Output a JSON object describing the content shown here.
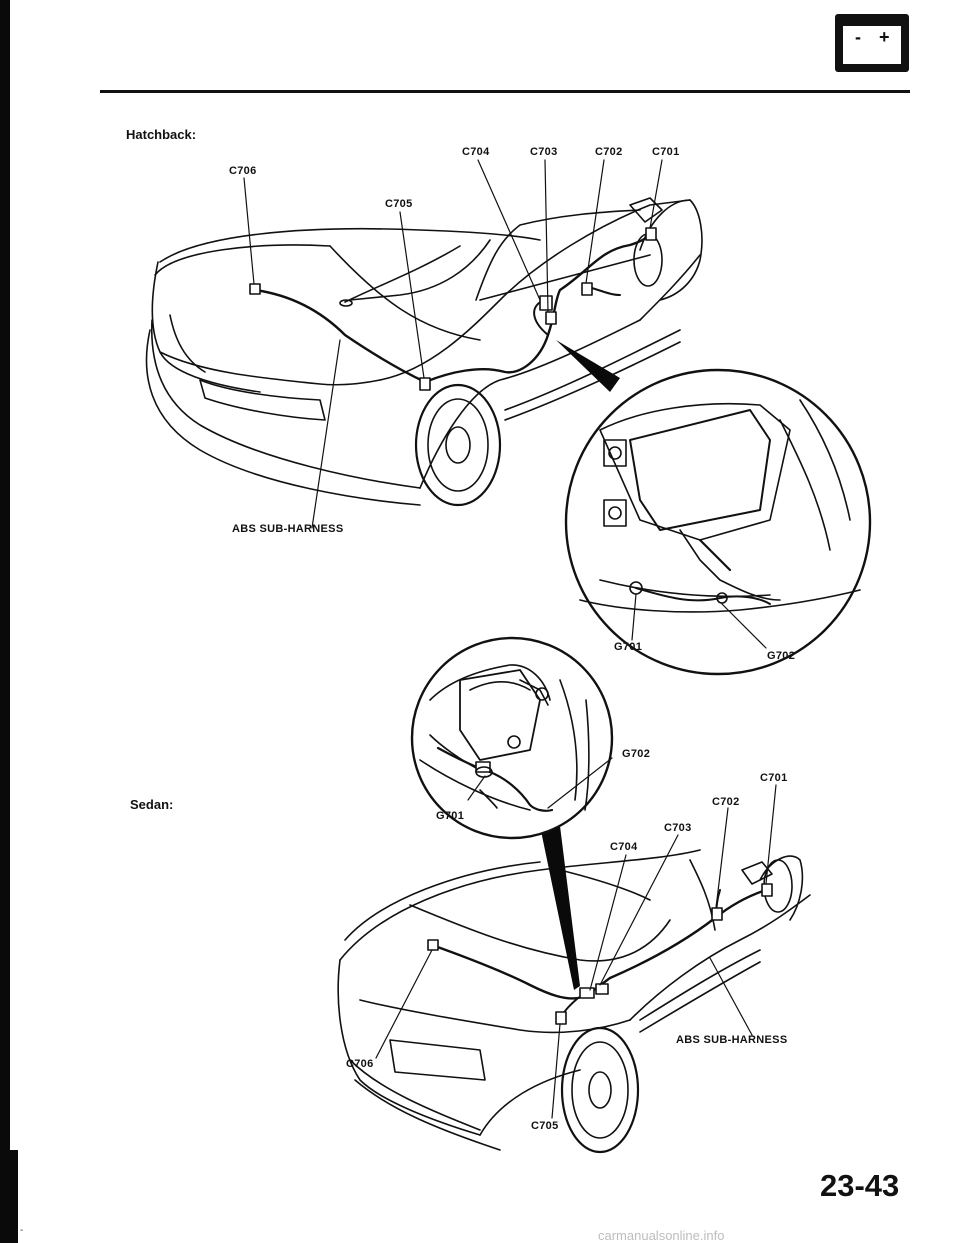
{
  "header": {
    "battery_minus": "-",
    "battery_plus": "+"
  },
  "hatchback": {
    "section_label": "Hatchback:",
    "connectors": {
      "c701": "C701",
      "c702": "C702",
      "c703": "C703",
      "c704": "C704",
      "c705": "C705",
      "c706": "C706"
    },
    "harness_label": "ABS SUB-HARNESS",
    "grounds": {
      "g701": "G701",
      "g702": "G702"
    }
  },
  "sedan": {
    "section_label": "Sedan:",
    "connectors": {
      "c701": "C701",
      "c702": "C702",
      "c703": "C703",
      "c704": "C704",
      "c705": "C705",
      "c706": "C706"
    },
    "harness_label": "ABS SUB-HARNESS",
    "grounds": {
      "g701": "G701",
      "g702": "G702"
    }
  },
  "footer": {
    "page_number": "23-43",
    "mark": "-",
    "watermark": "carmanualsonline.info"
  }
}
